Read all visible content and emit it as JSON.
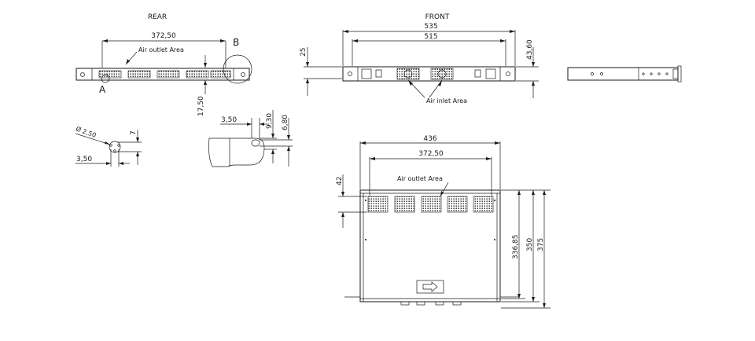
{
  "views": {
    "rear_title": "REAR",
    "front_title": "FRONT"
  },
  "rear": {
    "dim_width": "372,50",
    "dim_height": "17,50",
    "label_a": "A",
    "label_b": "B",
    "air_outlet": "Air outlet Area"
  },
  "front": {
    "dim_outer": "535",
    "dim_inner": "515",
    "dim_height": "43,60",
    "dim_left": "25",
    "air_inlet": "Air inlet Area"
  },
  "detail_a": {
    "dia": "Ø 2,50",
    "dim_v": "7",
    "dim_h": "3,50"
  },
  "detail_b": {
    "dim_w": "3,50",
    "dim_h1": "9,30",
    "dim_h2": "6,80"
  },
  "top": {
    "dim_outer": "436",
    "dim_inner": "372,50",
    "dim_left": "42",
    "dim_d1": "336,85",
    "dim_d2": "350",
    "dim_d3": "375",
    "air_outlet": "Air outlet Area"
  }
}
